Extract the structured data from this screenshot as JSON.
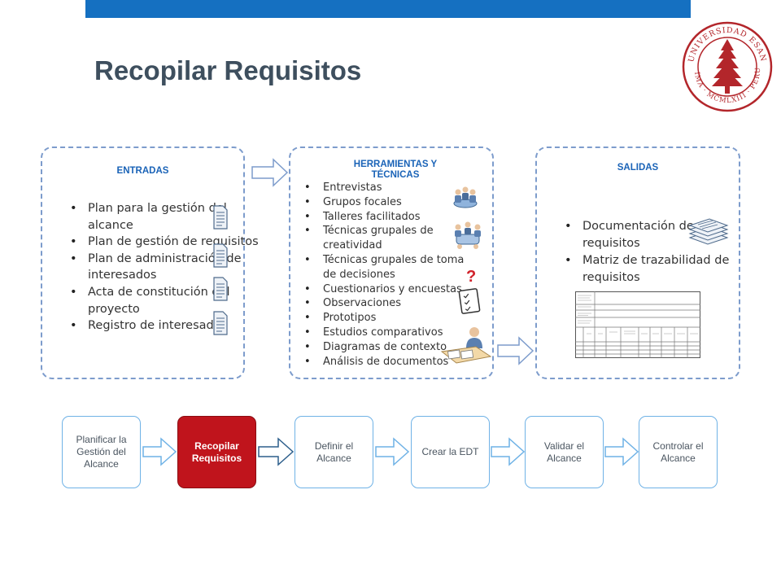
{
  "title": "Recopilar Requisitos",
  "logo": {
    "text": "UNIVERSIDAD ESAN · LIMA · MCMLXIII · PERÚ",
    "color": "#b3262b"
  },
  "colors": {
    "topbar": "#1570c1",
    "heading": "#1a63b7",
    "active": "#c0141c",
    "flow_border": "#6fb2e6",
    "panel_border": "#7d9ccc"
  },
  "panels": {
    "inputs": {
      "heading": "ENTRADAS",
      "items": [
        "Plan para la gestión del alcance",
        "Plan de gestión de requisitos",
        "Plan de administración de interesados",
        "Acta de constitución del proyecto",
        "Registro de interesados"
      ],
      "icon": "document-icon"
    },
    "tools": {
      "heading_line1": "HERRAMIENTAS Y",
      "heading_line2": "TÉCNICAS",
      "items": [
        "Entrevistas",
        "Grupos focales",
        "Talleres facilitados",
        "Técnicas grupales de creatividad",
        "Técnicas grupales de toma de decisiones",
        "Cuestionarios y encuestas",
        "Observaciones",
        "Prototipos",
        "Estudios comparativos",
        "Diagramas de contexto",
        "Análisis de documentos"
      ]
    },
    "outputs": {
      "heading": "SALIDAS",
      "items": [
        "Documentación de requisitos",
        "Matriz de trazabilidad de requisitos"
      ],
      "icon": "document-stack-icon"
    }
  },
  "flow": [
    {
      "label": "Planificar la Gestión del Alcance",
      "active": false
    },
    {
      "label": "Recopilar Requisitos",
      "active": true
    },
    {
      "label": "Definir el Alcance",
      "active": false
    },
    {
      "label": "Crear la EDT",
      "active": false
    },
    {
      "label": "Validar el Alcance",
      "active": false
    },
    {
      "label": "Controlar el Alcance",
      "active": false
    }
  ]
}
